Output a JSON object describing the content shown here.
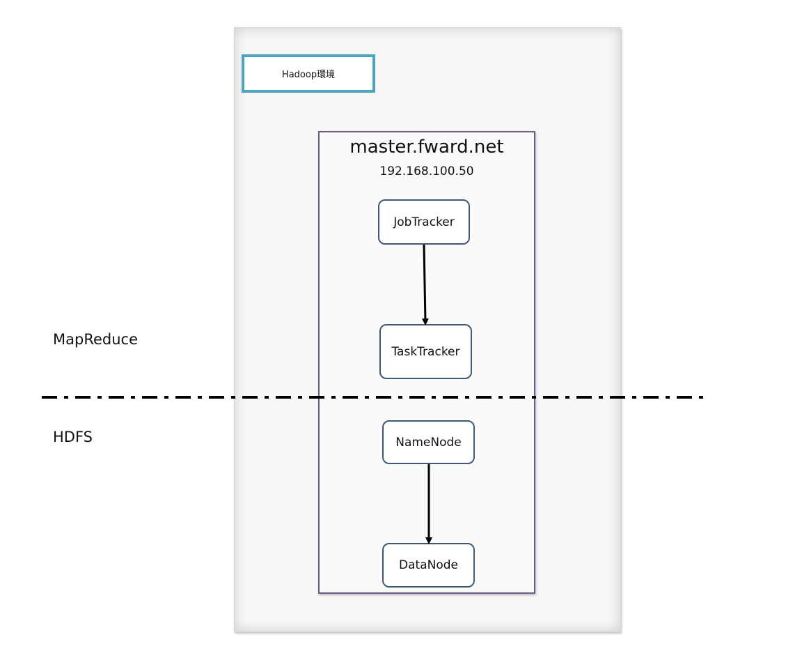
{
  "environment": {
    "label": "Hadoop環境"
  },
  "host": {
    "name": "master.fward.net",
    "ip": "192.168.100.50"
  },
  "nodes": {
    "jobtracker": "JobTracker",
    "tasktracker": "TaskTracker",
    "namenode": "NameNode",
    "datanode": "DataNode"
  },
  "layers": {
    "mapreduce": "MapReduce",
    "hdfs": "HDFS"
  },
  "colors": {
    "env_border": "#4aa3bf",
    "host_border": "#6b5a8a",
    "node_border": "#41577a",
    "divider": "#000000"
  }
}
